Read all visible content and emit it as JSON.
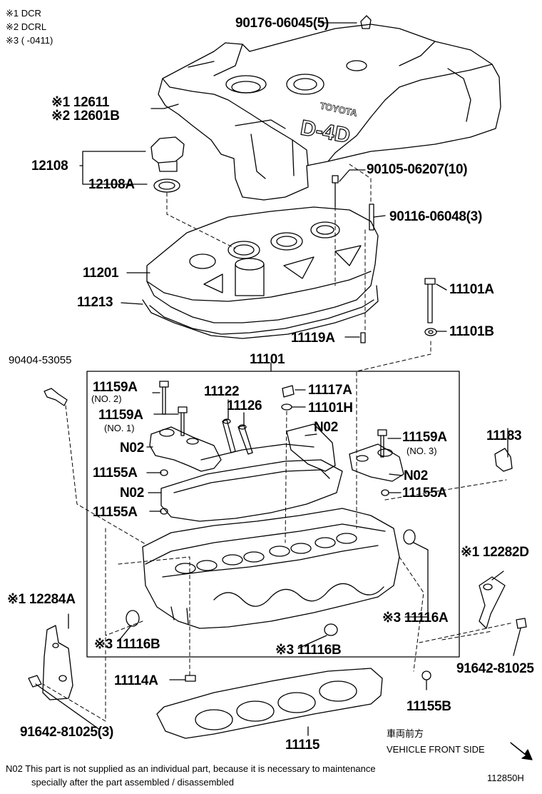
{
  "legend": {
    "line1": "※1  DCR",
    "line2": "※2  DCRL",
    "line3": "※3  (          -0411)"
  },
  "labels": {
    "p90176": "90176-06045(5)",
    "p12611": "※1 12611",
    "p12601b": "※2 12601B",
    "p12108": "12108",
    "p12108a": "12108A",
    "p90105": "90105-06207(10)",
    "p90116": "90116-06048(3)",
    "p11201": "11201",
    "p11213": "11213",
    "p11101a": "11101A",
    "p11119a": "11119A",
    "p11101b": "11101B",
    "p90404": "90404-53055",
    "p11101": "11101",
    "p11159a_top": "11159A",
    "no2_a": "(NO. 2)",
    "p11122": "11122",
    "p11117a": "11117A",
    "p11126": "11126",
    "p11101h": "11101H",
    "p11159a_mid": "11159A",
    "no1": "(NO. 1)",
    "n02_right": "N02",
    "p11159a_right": "11159A",
    "no3": "(NO. 3)",
    "p11183": "11183",
    "n02_left_top": "N02",
    "p11155a_1": "11155A",
    "n02_right2": "N02",
    "n02_left_mid": "N02",
    "p11155a_2": "11155A",
    "p11155a_3": "11155A",
    "p12282d": "※1 12282D",
    "p12284a": "※1 12284A",
    "p11116a": "※3 11116A",
    "p11116b_left": "※3 11116B",
    "p11116b_mid": "※3 11116B",
    "p91642_right": "91642-81025",
    "p11114a": "11114A",
    "p11155b": "11155B",
    "p91642_left": "91642-81025(3)",
    "p11115": "11115"
  },
  "front": {
    "jp": "車両前方",
    "en": "VEHICLE FRONT SIDE"
  },
  "footer": {
    "note_line1": "N02  This part is not supplied as an individual part, because it is necessary to maintenance",
    "note_line2": "specially after the part assembled / disassembled",
    "code": "112850H"
  },
  "cover_text": {
    "brand": "TOYOTA",
    "model": "D-4D"
  }
}
